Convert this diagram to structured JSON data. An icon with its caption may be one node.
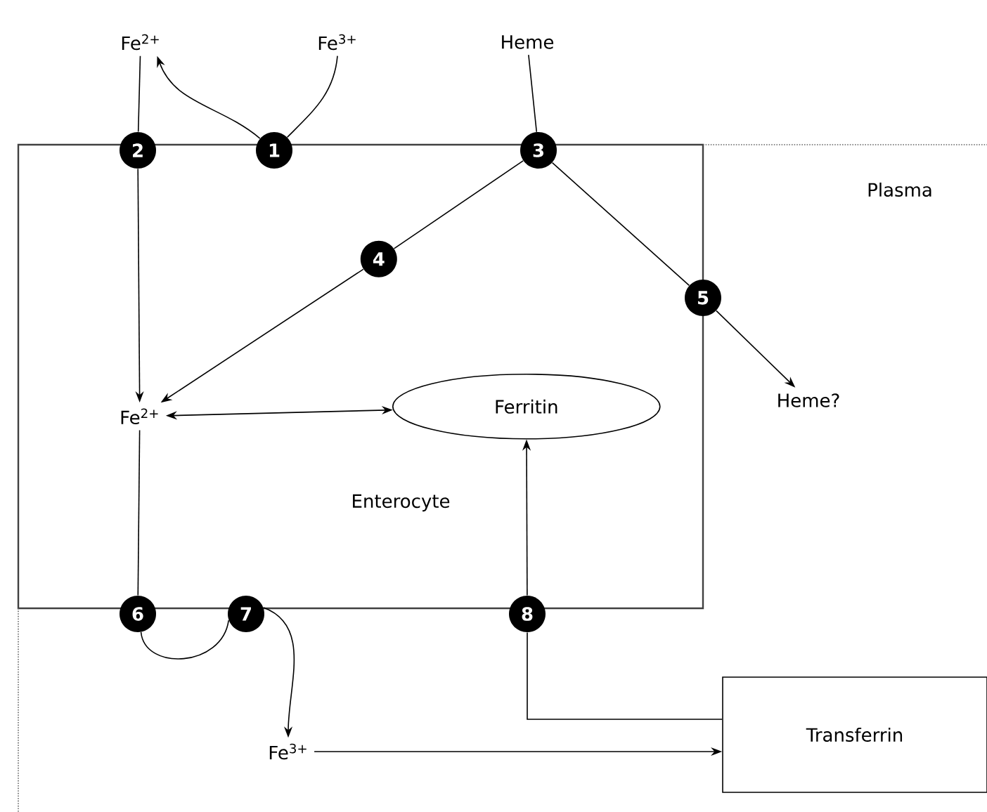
{
  "diagram": {
    "nodes": [
      {
        "text": [
          "Fe$^{2+}$"
        ]
      },
      {
        "text": [
          "Fe$^{3+}$"
        ]
      },
      {
        "text": [
          "Heme"
        ]
      },
      {
        "text": [
          "Enterocyte"
        ]
      },
      {
        "text": [
          "2"
        ]
      },
      {
        "text": [
          "1"
        ]
      },
      {
        "text": [
          "3"
        ]
      },
      {
        "text": [
          "4"
        ],
        "in": 3
      },
      {
        "text": [
          "5"
        ]
      },
      {
        "text": [
          "Fe$^{2+}$"
        ],
        "in": 3
      },
      {
        "text": [
          "Ferritin"
        ],
        "in": 3
      },
      {
        "text": [
          "Heme?"
        ]
      },
      {
        "text": [
          "6"
        ]
      },
      {
        "text": [
          "7"
        ]
      },
      {
        "text": [
          "8"
        ]
      },
      {
        "text": [
          "Fe$^{3+}$"
        ]
      },
      {
        "text": [
          "Transferrin"
        ]
      }
    ],
    "edges": [
      {
        "from": 0,
        "to": 4,
        "arrow": "none"
      },
      {
        "from": 4,
        "to": 9,
        "arrow": "to"
      },
      {
        "from": 1,
        "to": 5,
        "arrow": "none"
      },
      {
        "from": 5,
        "to": 0,
        "arrow": "to"
      },
      {
        "from": 2,
        "to": 6,
        "arrow": "none"
      },
      {
        "from": 6,
        "to": 7,
        "arrow": "none"
      },
      {
        "from": 7,
        "to": 9,
        "arrow": "to"
      },
      {
        "from": 6,
        "to": 8,
        "arrow": "none"
      },
      {
        "from": 8,
        "to": 11,
        "arrow": "to"
      },
      {
        "from": 9,
        "to": 10,
        "arrow": "both"
      },
      {
        "from": 9,
        "to": 12,
        "arrow": "none"
      },
      {
        "from": 12,
        "to": 13,
        "arrow": "none"
      },
      {
        "from": 13,
        "to": 15,
        "arrow": "to"
      },
      {
        "from": 15,
        "to": 16,
        "arrow": "to"
      },
      {
        "from": 16,
        "to": 14,
        "arrow": "none"
      },
      {
        "from": 14,
        "to": 10,
        "arrow": "to"
      }
    ],
    "labels": [
      "Plasma"
    ]
  }
}
